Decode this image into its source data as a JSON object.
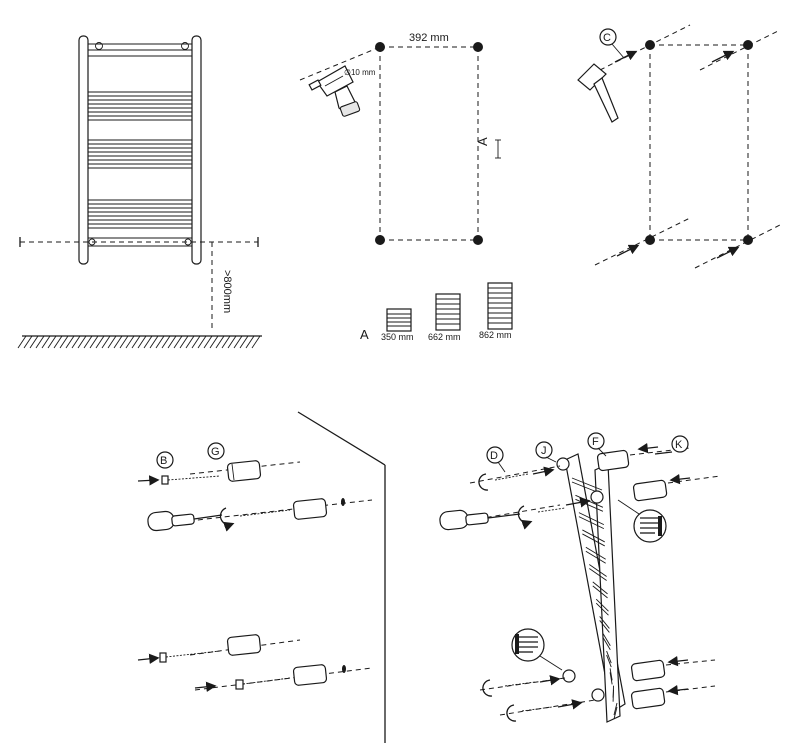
{
  "dimensions": {
    "min_floor_height": ">800mm",
    "hole_spacing": "392 mm",
    "drill_size": "∅10 mm",
    "height_label": "A"
  },
  "sizes": {
    "label": "A",
    "items": [
      "350 mm",
      "662 mm",
      "862 mm"
    ]
  },
  "callouts": {
    "B": "B",
    "C": "C",
    "D": "D",
    "F": "F",
    "G": "G",
    "J": "J",
    "K": "K"
  },
  "icons": [
    "towel-radiator-icon",
    "drill-icon",
    "hammer-icon",
    "screwdriver-icon",
    "level-icon",
    "wall-plug-icon",
    "screw-icon"
  ]
}
